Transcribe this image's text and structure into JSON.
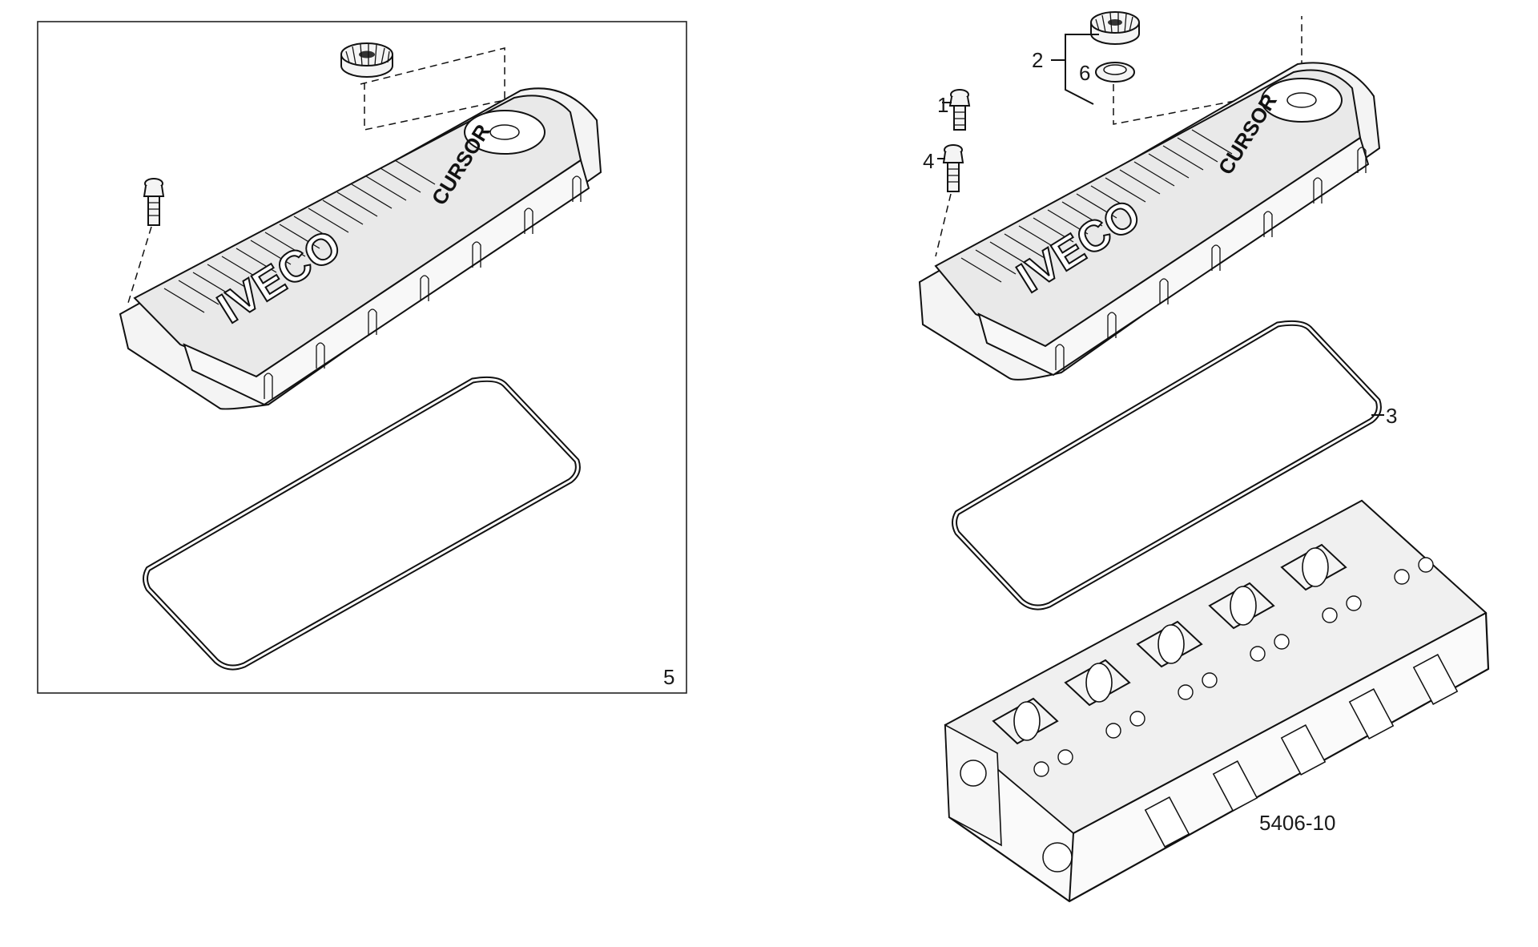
{
  "callouts": {
    "left_panel_ref": "5",
    "item_1": "1",
    "item_2": "2",
    "item_3": "3",
    "item_4": "4",
    "item_6": "6"
  },
  "figure_code": "5406-10",
  "logo_text": "IVECO",
  "engine_text": "CURSOR"
}
